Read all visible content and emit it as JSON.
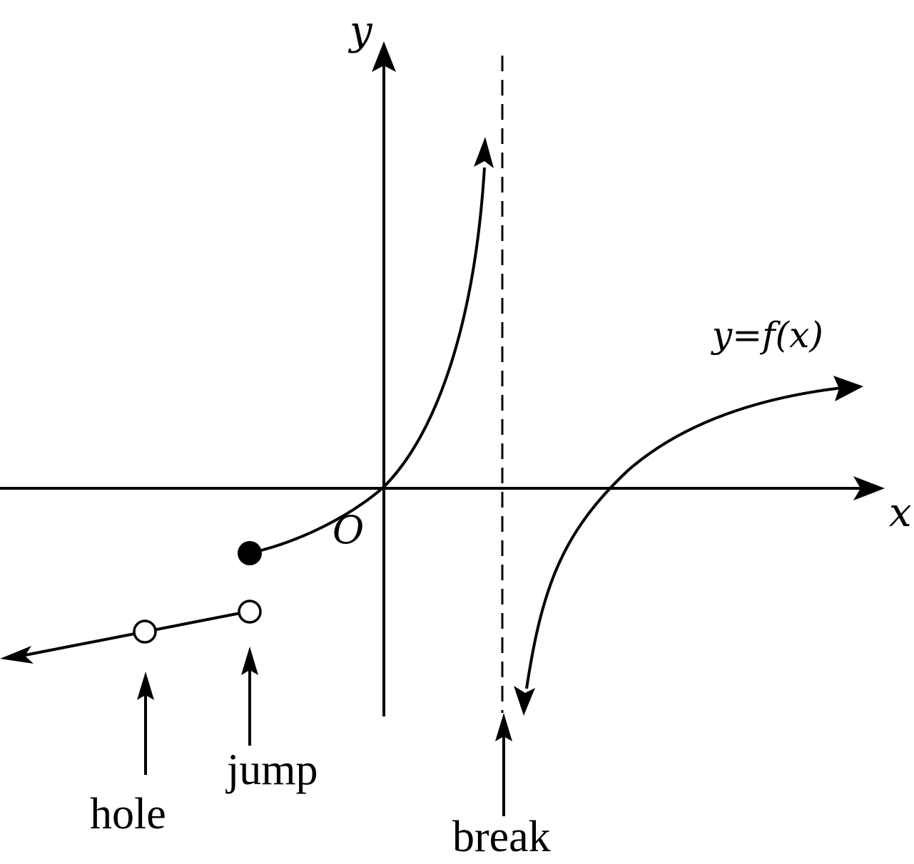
{
  "axes": {
    "x_label": "x",
    "y_label": "y",
    "origin_label": "O"
  },
  "function_label": "y=f(x)",
  "annotations": {
    "hole": "hole",
    "jump": "jump",
    "break": "break"
  },
  "colors": {
    "ink": "#000000",
    "background": "#ffffff"
  }
}
